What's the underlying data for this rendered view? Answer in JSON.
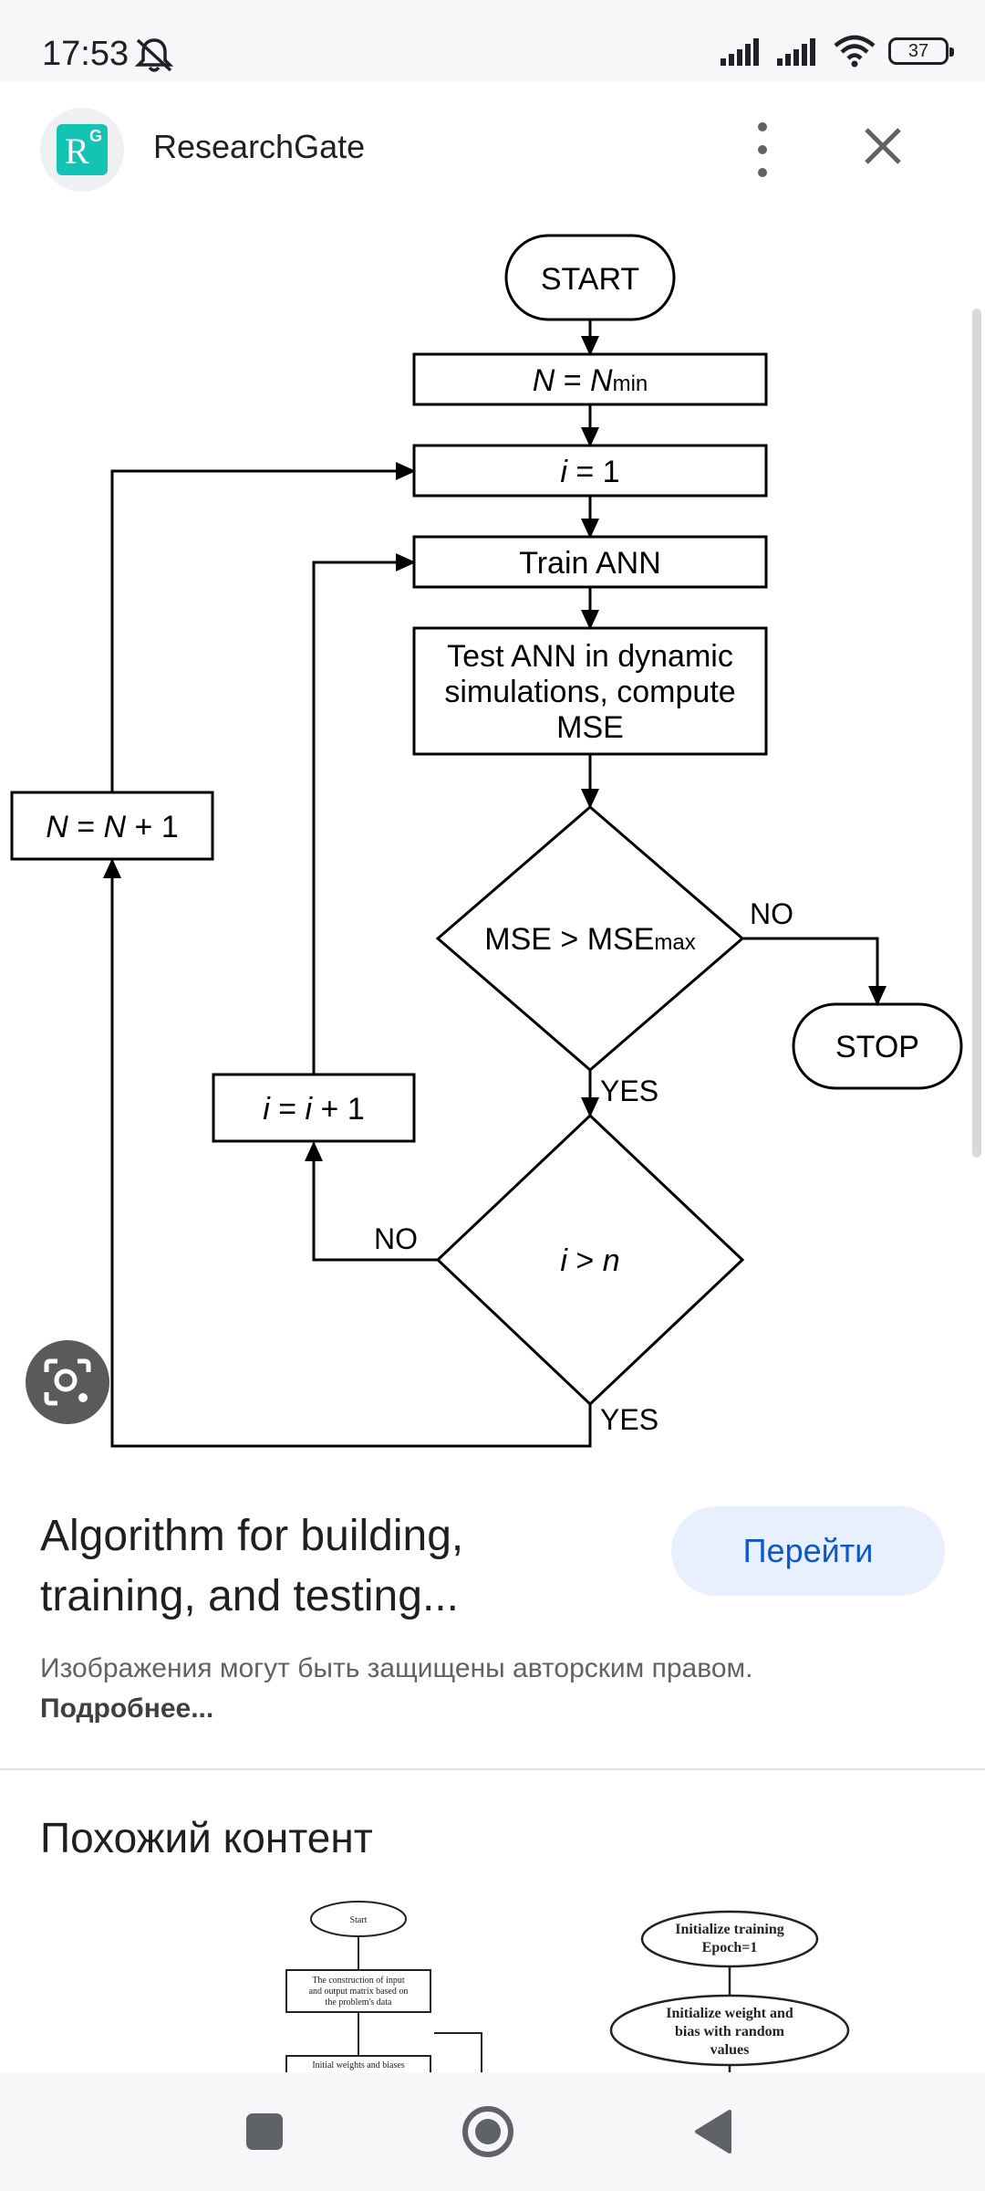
{
  "status_bar": {
    "time": "17:53",
    "battery": "37"
  },
  "header": {
    "site_name": "ResearchGate",
    "logo_letter": "R",
    "logo_superscript": "G"
  },
  "flowchart": {
    "start": "START",
    "n_init_a": "N",
    "n_init_b": " = ",
    "n_init_c": "N",
    "n_init_sub": "min",
    "i_init_a": "i",
    "i_init_b": " = 1",
    "train": "Train ANN",
    "test_line1": "Test ANN in dynamic",
    "test_line2": "simulations, compute",
    "test_line3": "MSE",
    "decision1_a": "MSE > MSE",
    "decision1_sub": "max",
    "no1": "NO",
    "stop": "STOP",
    "yes1": "YES",
    "i_inc_a": "i",
    "i_inc_b": " = ",
    "i_inc_c": "i",
    "i_inc_d": " + 1",
    "no2": "NO",
    "decision2_a": "i",
    "decision2_b": " > ",
    "decision2_c": "n",
    "yes2": "YES",
    "n_inc_a": "N",
    "n_inc_b": " = ",
    "n_inc_c": "N",
    "n_inc_d": " + 1"
  },
  "info": {
    "title": "Algorithm for building, training, and testing...",
    "go_button": "Перейти",
    "copyright_text": "Изображения могут быть защищены авторским правом. ",
    "more_link": "Подробнее..."
  },
  "related": {
    "title": "Похожий контент",
    "card1": {
      "start": "Start",
      "box1_line1": "The construction of input",
      "box1_line2": "and output matrix based on",
      "box1_line3": "the problem's data",
      "box2": "Initial weights and biases"
    },
    "card2": {
      "ellipse1_line1": "Initialize training",
      "ellipse1_line2": "Epoch=1",
      "ellipse2_line1": "Initialize weight and",
      "ellipse2_line2": "bias with  random",
      "ellipse2_line3": "values"
    }
  }
}
